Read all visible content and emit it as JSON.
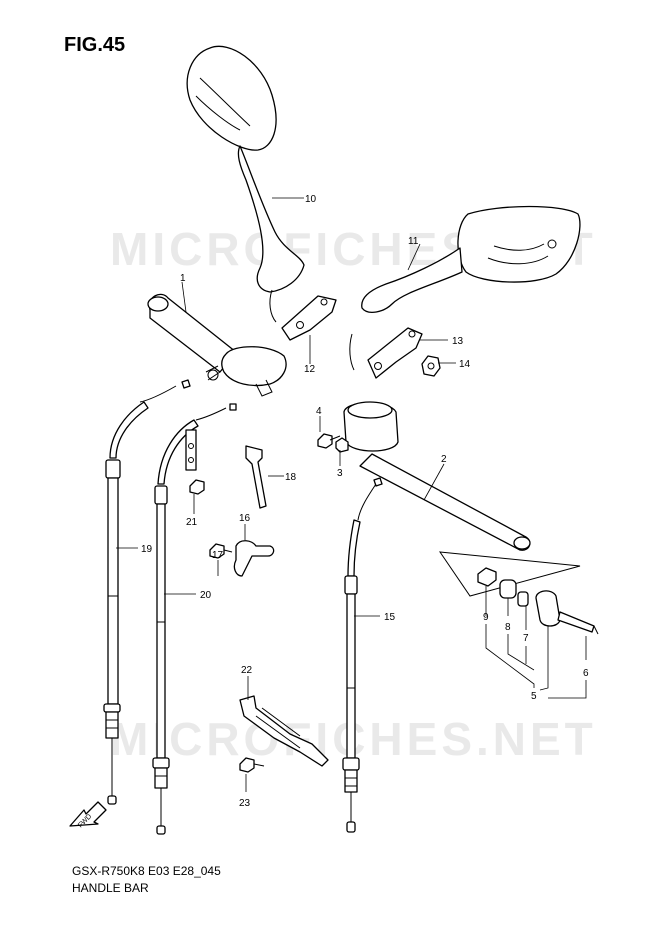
{
  "figure": {
    "title": "FIG.45",
    "model_code": "GSX-R750K8 E03 E28_045",
    "caption": "HANDLE BAR",
    "watermark": "MICROFICHES.NET",
    "fwd_label": "FWD"
  },
  "callouts": {
    "c1": "1",
    "c2": "2",
    "c3": "3",
    "c4": "4",
    "c5": "5",
    "c6": "6",
    "c7": "7",
    "c8": "8",
    "c9": "9",
    "c10": "10",
    "c11": "11",
    "c12": "12",
    "c13": "13",
    "c14": "14",
    "c15": "15",
    "c16": "16",
    "c17": "17",
    "c18": "18",
    "c19": "19",
    "c20": "20",
    "c21": "21",
    "c22": "22",
    "c23": "23"
  }
}
